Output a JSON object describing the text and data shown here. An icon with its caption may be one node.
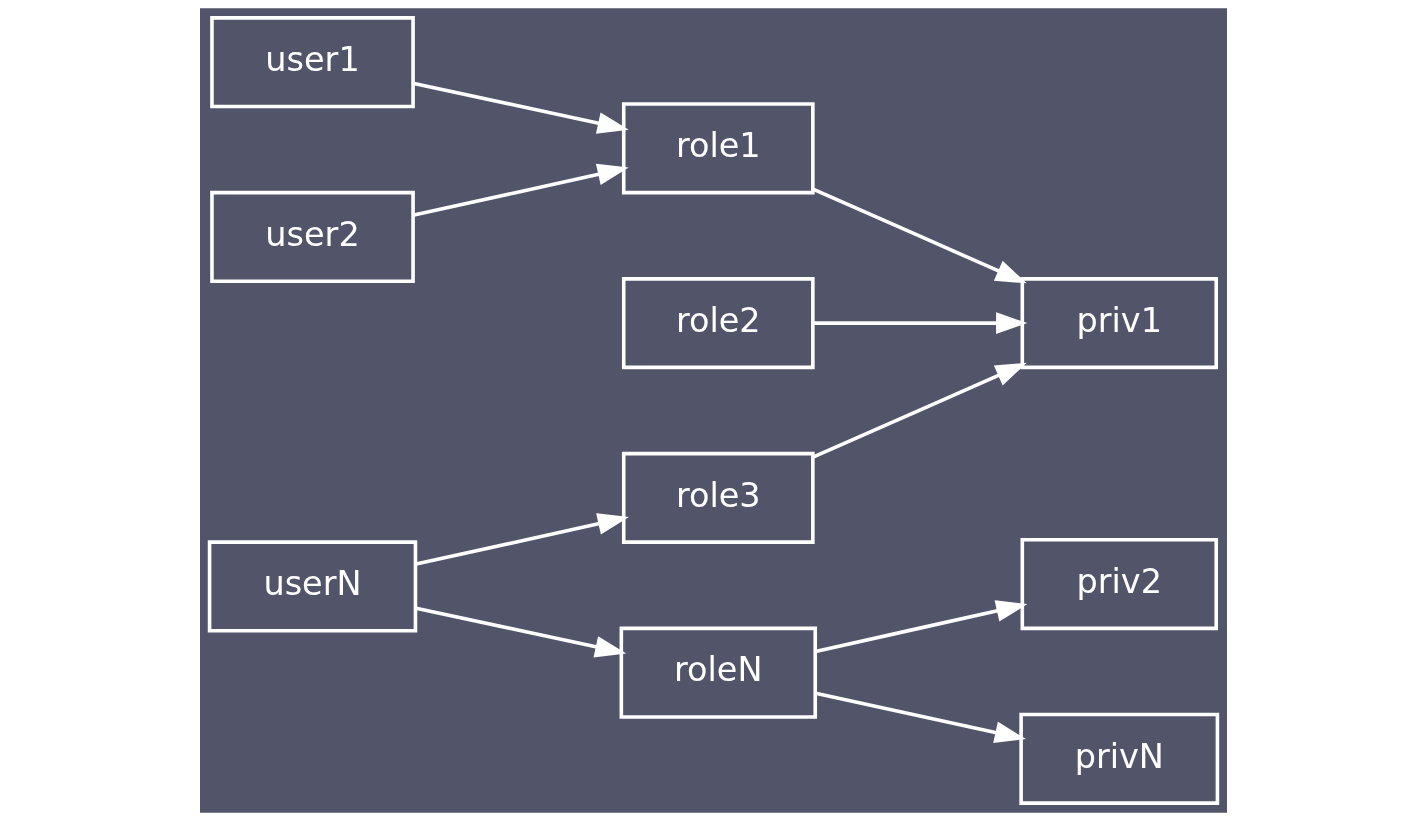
{
  "diagram": {
    "nodes": [
      {
        "text": [
          "user1"
        ]
      },
      {
        "text": [
          "role1"
        ]
      },
      {
        "text": [
          "priv1"
        ]
      },
      {
        "text": [
          "role2"
        ]
      },
      {
        "text": [
          "user2"
        ]
      },
      {
        "text": [
          "priv2"
        ]
      },
      {
        "text": [
          "role3"
        ]
      },
      {
        "text": [
          "userN"
        ]
      },
      {
        "text": [
          "roleN"
        ]
      },
      {
        "text": [
          "privN"
        ]
      }
    ],
    "edges": [
      {
        "from": 0,
        "to": 1,
        "arrow": "to"
      },
      {
        "from": 4,
        "to": 1,
        "arrow": "to"
      },
      {
        "from": 1,
        "to": 2,
        "arrow": "to"
      },
      {
        "from": 3,
        "to": 2,
        "arrow": "to"
      },
      {
        "from": 6,
        "to": 2,
        "arrow": "to"
      },
      {
        "from": 7,
        "to": 6,
        "arrow": "to"
      },
      {
        "from": 7,
        "to": 8,
        "arrow": "to"
      },
      {
        "from": 8,
        "to": 5,
        "arrow": "to"
      },
      {
        "from": 8,
        "to": 9,
        "arrow": "to"
      }
    ]
  }
}
